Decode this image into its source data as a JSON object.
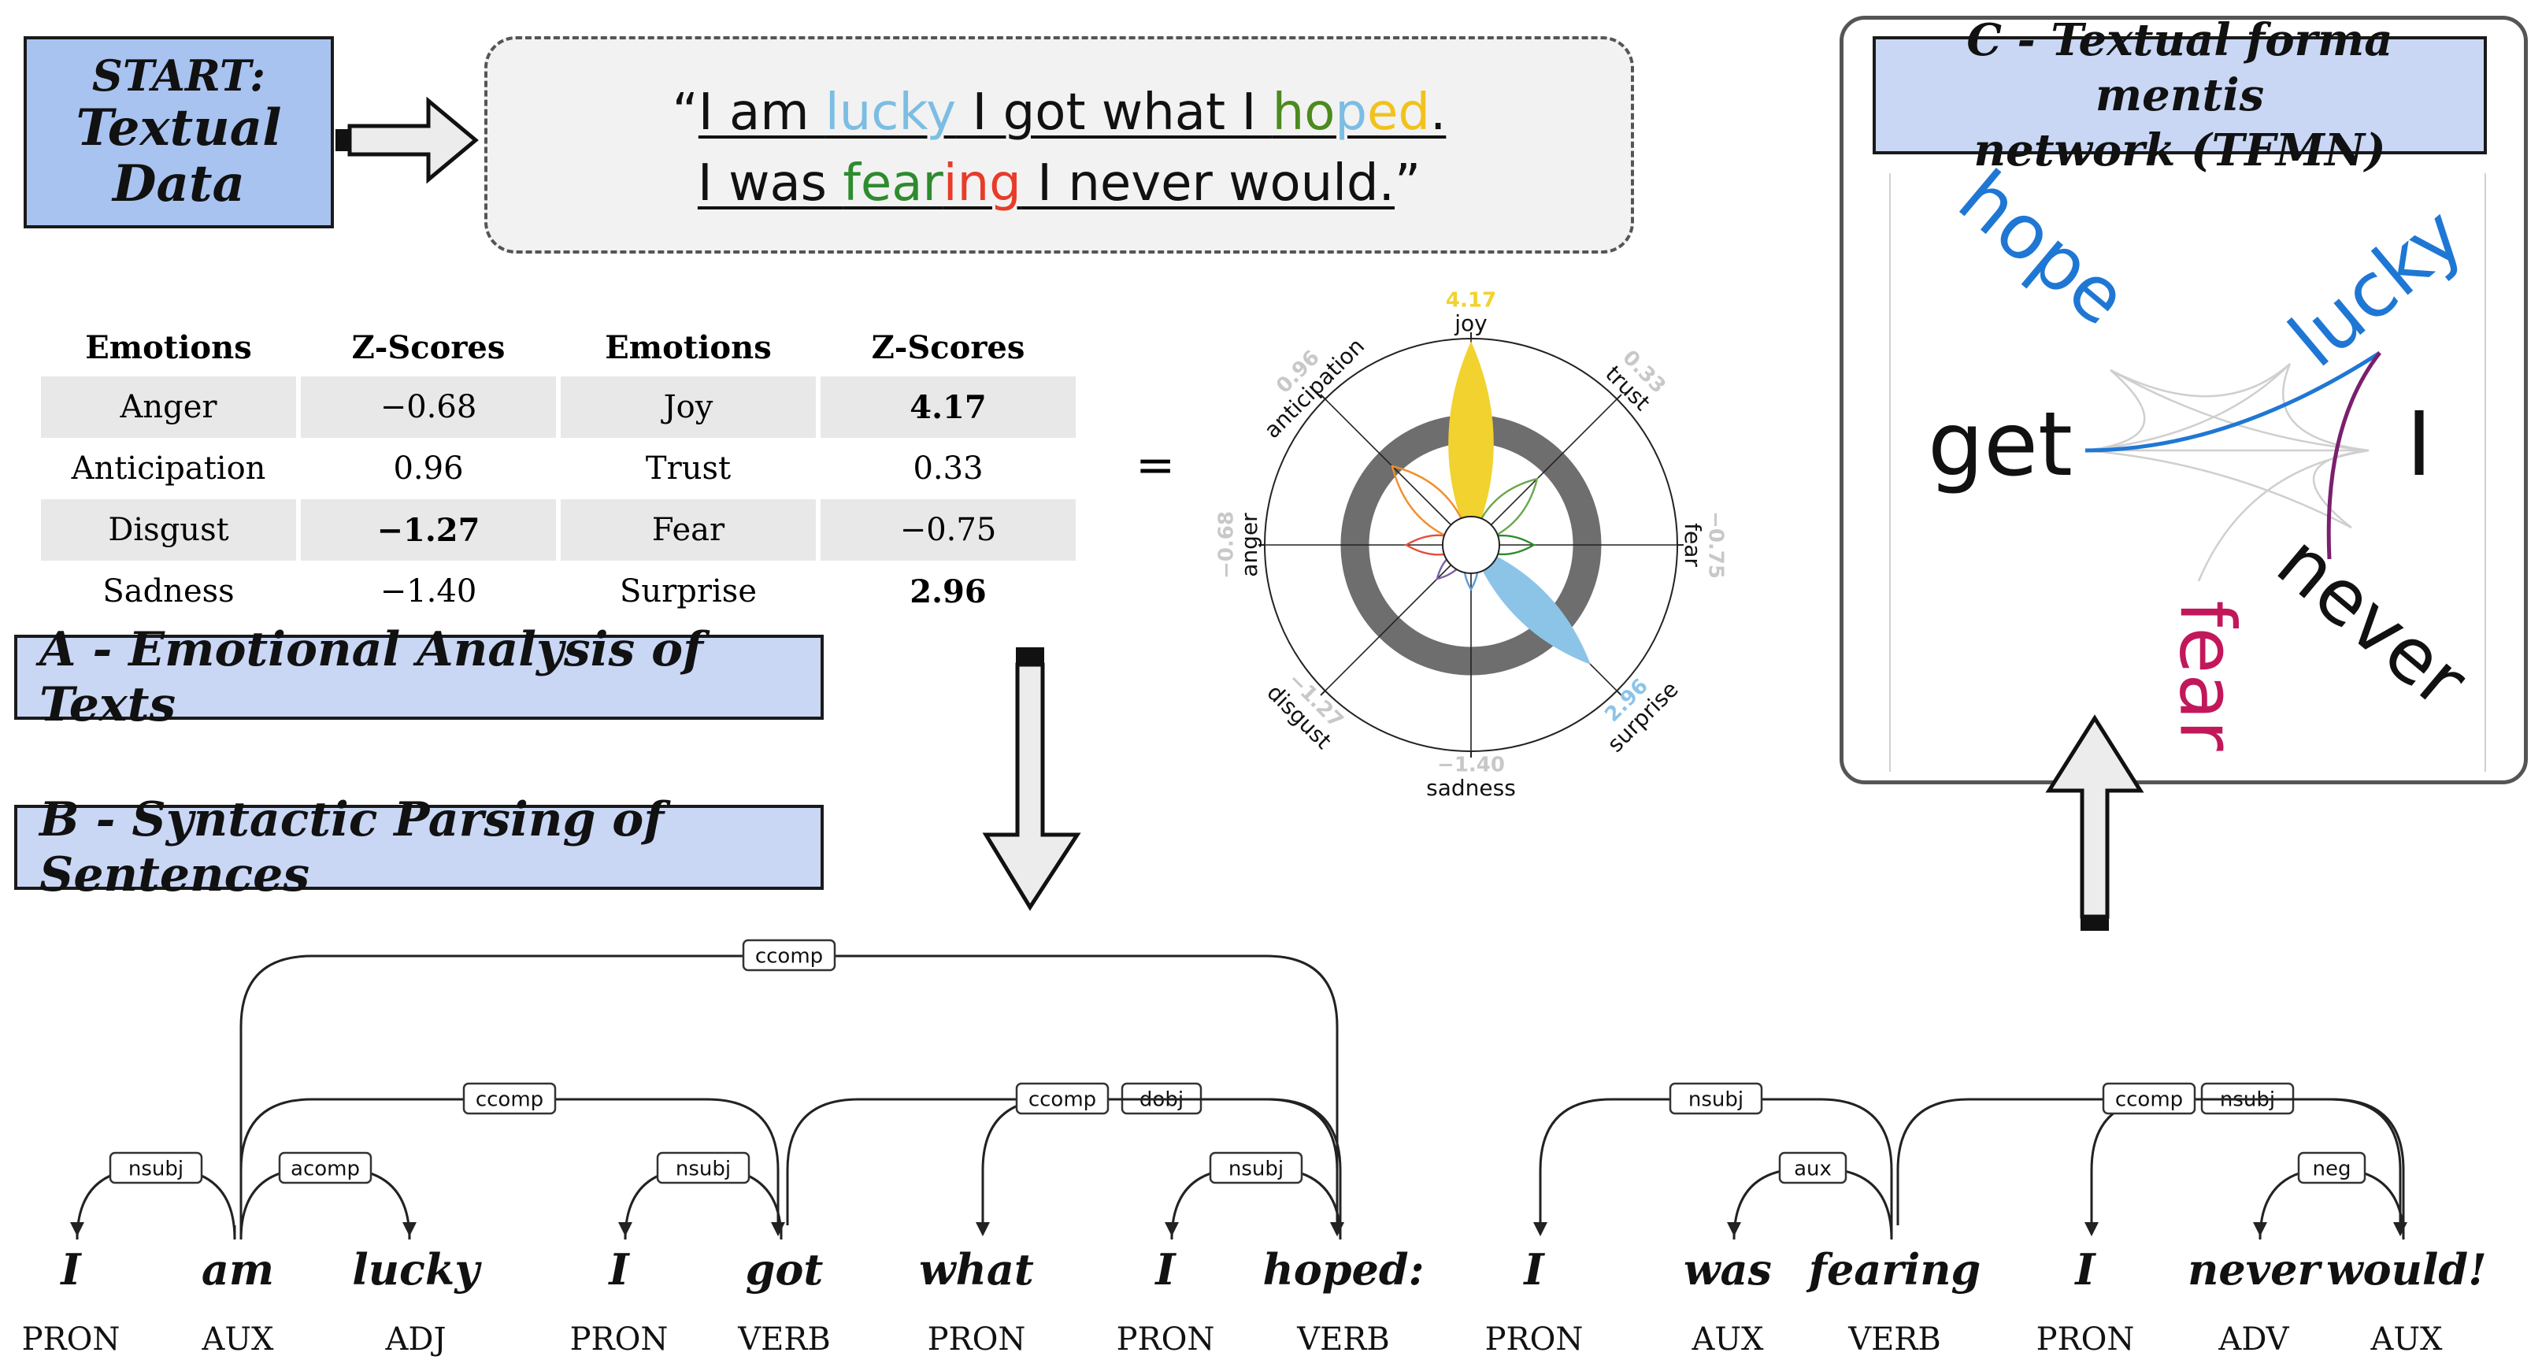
{
  "start": {
    "line1": "START:",
    "line2": "Textual",
    "line3": "Data"
  },
  "quote": {
    "line1": [
      {
        "text": "“",
        "color": "#111111",
        "u": false
      },
      {
        "text": "I am ",
        "color": "#111111",
        "u": true
      },
      {
        "text": "lucky",
        "color": "#7cbde3",
        "u": true
      },
      {
        "text": " I got what I ",
        "color": "#111111",
        "u": true
      },
      {
        "text": "ho",
        "color": "#4c8a1e",
        "u": true
      },
      {
        "text": "p",
        "color": "#7cbde3",
        "u": true
      },
      {
        "text": "ed",
        "color": "#f2c21b",
        "u": true
      },
      {
        "text": ".",
        "color": "#111111",
        "u": true
      }
    ],
    "line2": [
      {
        "text": "I was ",
        "color": "#111111",
        "u": true
      },
      {
        "text": "fear",
        "color": "#2e8b2e",
        "u": true
      },
      {
        "text": "ing",
        "color": "#e83b2a",
        "u": true
      },
      {
        "text": " I never would.",
        "color": "#111111",
        "u": true
      },
      {
        "text": "”",
        "color": "#111111",
        "u": false
      }
    ]
  },
  "table": {
    "headers": [
      "Emotions",
      "Z-Scores",
      "Emotions",
      "Z-Scores"
    ],
    "rows": [
      {
        "e1": "Anger",
        "z1": "−0.68",
        "e2": "Joy",
        "z2": "4.17",
        "b1": false,
        "b2": true
      },
      {
        "e1": "Anticipation",
        "z1": "0.96",
        "e2": "Trust",
        "z2": "0.33",
        "b1": false,
        "b2": false
      },
      {
        "e1": "Disgust",
        "z1": "−1.27",
        "e2": "Fear",
        "z2": "−0.75",
        "b1": true,
        "b2": false
      },
      {
        "e1": "Sadness",
        "z1": "−1.40",
        "e2": "Surprise",
        "z2": "2.96",
        "b1": false,
        "b2": true
      }
    ]
  },
  "equals": "=",
  "sections": {
    "a": "A - Emotional Analysis of Texts",
    "b": "B - Syntactic Parsing of Sentences"
  },
  "chart_data": {
    "type": "radar",
    "title": "",
    "axes": [
      {
        "name": "joy",
        "value": 4.17,
        "label": "4.17",
        "color": "#f2d22e",
        "highlight": true
      },
      {
        "name": "trust",
        "value": 0.33,
        "label": "0.33",
        "color": "#6aa84f",
        "highlight": false
      },
      {
        "name": "fear",
        "value": -0.75,
        "label": "−0.75",
        "color": "#2e8b2e",
        "highlight": false
      },
      {
        "name": "surprise",
        "value": 2.96,
        "label": "2.96",
        "color": "#8cc4e8",
        "highlight": true
      },
      {
        "name": "sadness",
        "value": -1.4,
        "label": "−1.40",
        "color": "#5b9bd5",
        "highlight": false
      },
      {
        "name": "disgust",
        "value": -1.27,
        "label": "−1.27",
        "color": "#7b5ea7",
        "highlight": false
      },
      {
        "name": "anger",
        "value": -0.68,
        "label": "−0.68",
        "color": "#e74c3c",
        "highlight": false
      },
      {
        "name": "anticipation",
        "value": 0.96,
        "label": "0.96",
        "color": "#f28e2b",
        "highlight": false
      }
    ],
    "neutral_band": [
      -1.96,
      1.96
    ]
  },
  "tfmn": {
    "title_line1": "C - Textual forma mentis",
    "title_line2": "network (TFMN)",
    "nodes": [
      {
        "word": "hope",
        "color": "#1f77d4"
      },
      {
        "word": "lucky",
        "color": "#1f77d4"
      },
      {
        "word": "get",
        "color": "#111111"
      },
      {
        "word": "I",
        "color": "#111111"
      },
      {
        "word": "never",
        "color": "#111111"
      },
      {
        "word": "fear",
        "color": "#c2185b"
      }
    ]
  },
  "parse": {
    "tokens": [
      {
        "word": "I",
        "pos": "PRON"
      },
      {
        "word": "am",
        "pos": "AUX"
      },
      {
        "word": "lucky",
        "pos": "ADJ"
      },
      {
        "word": "I",
        "pos": "PRON"
      },
      {
        "word": "got",
        "pos": "VERB"
      },
      {
        "word": "what",
        "pos": "PRON"
      },
      {
        "word": "I",
        "pos": "PRON"
      },
      {
        "word": "hoped:",
        "pos": "VERB"
      },
      {
        "word": "I",
        "pos": "PRON"
      },
      {
        "word": "was",
        "pos": "AUX"
      },
      {
        "word": "fearing",
        "pos": "VERB"
      },
      {
        "word": "I",
        "pos": "PRON"
      },
      {
        "word": "never",
        "pos": "ADV"
      },
      {
        "word": "would!",
        "pos": "AUX"
      }
    ],
    "arcs": [
      {
        "from": 1,
        "to": 0,
        "label": "nsubj"
      },
      {
        "from": 1,
        "to": 2,
        "label": "acomp"
      },
      {
        "from": 4,
        "to": 3,
        "label": "nsubj"
      },
      {
        "from": 1,
        "to": 4,
        "label": "ccomp"
      },
      {
        "from": 7,
        "to": 6,
        "label": "nsubj"
      },
      {
        "from": 7,
        "to": 5,
        "label": "dobj"
      },
      {
        "from": 4,
        "to": 7,
        "label": "ccomp"
      },
      {
        "from": 1,
        "to": 7,
        "label": "ccomp"
      },
      {
        "from": 10,
        "to": 9,
        "label": "aux"
      },
      {
        "from": 10,
        "to": 8,
        "label": "nsubj"
      },
      {
        "from": 13,
        "to": 12,
        "label": "neg"
      },
      {
        "from": 13,
        "to": 11,
        "label": "nsubj"
      },
      {
        "from": 10,
        "to": 13,
        "label": "ccomp"
      }
    ]
  }
}
